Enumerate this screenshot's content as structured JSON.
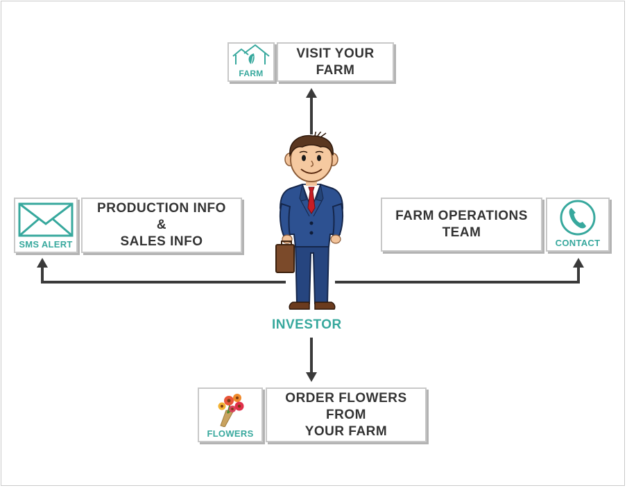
{
  "center": {
    "label": "INVESTOR"
  },
  "nodes": {
    "top": {
      "lines": [
        "VISIT YOUR",
        "FARM"
      ],
      "icon": "farm-house-icon",
      "icon_caption": "FARM"
    },
    "left": {
      "lines": [
        "PRODUCTION INFO",
        "&",
        "SALES INFO"
      ],
      "icon": "envelope-icon",
      "icon_caption": "SMS ALERT"
    },
    "right": {
      "lines": [
        "FARM OPERATIONS",
        "TEAM"
      ],
      "icon": "phone-icon",
      "icon_caption": "CONTACT"
    },
    "bottom": {
      "lines": [
        "ORDER FLOWERS",
        "FROM",
        "YOUR FARM"
      ],
      "icon": "flower-bouquet-icon",
      "icon_caption": "FLOWERS"
    }
  },
  "colors": {
    "accent": "#37a89d",
    "text": "#333333",
    "arrow": "#3a3a3a",
    "box_border": "#c8c8c8"
  }
}
